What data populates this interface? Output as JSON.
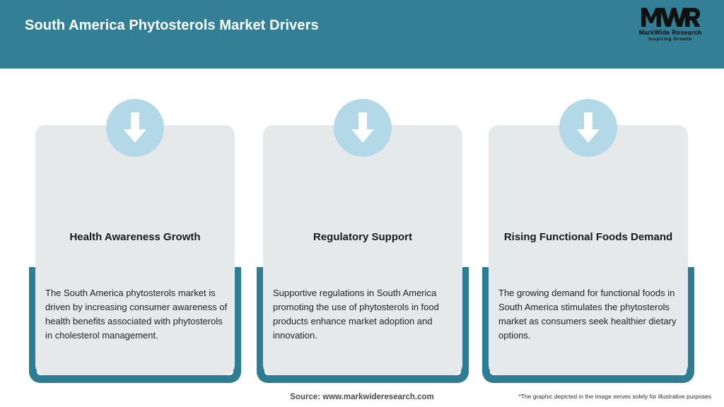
{
  "header": {
    "title": "South America Phytosterols Market Drivers",
    "background_color": "#337F96",
    "logo": {
      "mark": "MWR",
      "name": "MarkWide Research",
      "tagline": "Inspiring Growth"
    }
  },
  "theme": {
    "teal": "#2E7D94",
    "header_teal": "#337F96",
    "card_bg": "#E6E9EA",
    "icon_circle": "#B3D9E8",
    "arrow": "#FFFFFF"
  },
  "cards": [
    {
      "icon": "down-arrow-icon",
      "title": "Health Awareness Growth",
      "body": "The South America phytosterols market is driven by increasing consumer awareness of health benefits associated with phytosterols in cholesterol management."
    },
    {
      "icon": "down-arrow-icon",
      "title": "Regulatory Support",
      "body": "Supportive regulations in South America promoting the use of phytosterols in food products enhance market adoption and innovation."
    },
    {
      "icon": "down-arrow-icon",
      "title": "Rising Functional Foods Demand",
      "body": "The growing demand for functional foods in South America stimulates the phytosterols market as consumers seek healthier dietary options."
    }
  ],
  "footer": {
    "source": "Source: www.markwideresearch.com",
    "disclaimer": "*The graphic depicted in the image serves solely for illustrative purposes"
  }
}
